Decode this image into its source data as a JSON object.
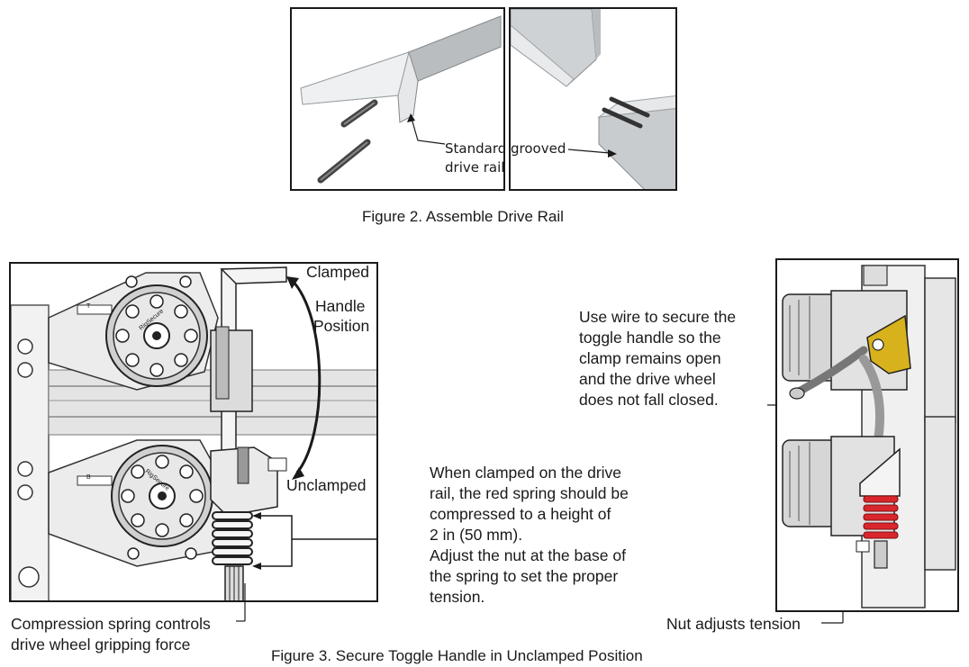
{
  "figure2": {
    "callout_line1": "Standard grooved",
    "callout_line2": "drive rail",
    "caption": "Figure 2. Assemble Drive Rail"
  },
  "figure3": {
    "label_clamped": "Clamped",
    "label_handle": "Handle",
    "label_position": "Position",
    "label_unclamped": "Unclamped",
    "wheel_brand": "RigSecure",
    "plate_top_letter": "T",
    "plate_bottom_letter": "B",
    "clamp_note": [
      "When clamped on the drive",
      "rail, the red spring should be",
      "compressed to a height of",
      "2 in (50 mm).",
      "Adjust the nut at the base of",
      "the spring to set the proper",
      "tension."
    ],
    "spring_note": [
      "Compression spring controls",
      "drive wheel gripping force"
    ],
    "wire_note": [
      "Use wire to secure the",
      "toggle handle so the",
      "clamp remains open",
      "and the drive wheel",
      "does not fall closed."
    ],
    "nut_note": "Nut adjusts tension",
    "caption": "Figure 3. Secure Toggle Handle in Unclamped Position"
  },
  "colors": {
    "spring_red": "#d9262c",
    "bracket_yellow": "#d8b21c",
    "rail_gray": "#c9ccce",
    "line_dark": "#1a1a1a"
  }
}
